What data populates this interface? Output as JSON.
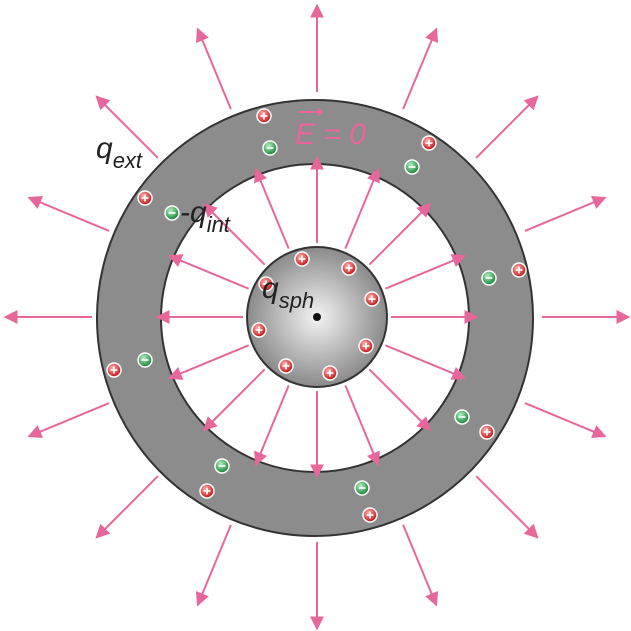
{
  "labels": {
    "q_ext": {
      "main": "q",
      "sub": "ext"
    },
    "neg_q_int": {
      "main": "-q",
      "sub": "int"
    },
    "q_sph": {
      "main": "q",
      "sub": "sph"
    },
    "field": {
      "text": "E = 0"
    }
  },
  "colors": {
    "arrow": "#e8679b",
    "shell_fill": "#8c8c8c",
    "shell_stroke": "#333333",
    "positive_charge": "#d62a2a",
    "negative_charge": "#2c9a4a",
    "field_label": "#e8679b"
  },
  "charges": {
    "sphere_positive_count": 8,
    "shell_inner_negative_count": 8,
    "shell_outer_positive_count": 8
  }
}
